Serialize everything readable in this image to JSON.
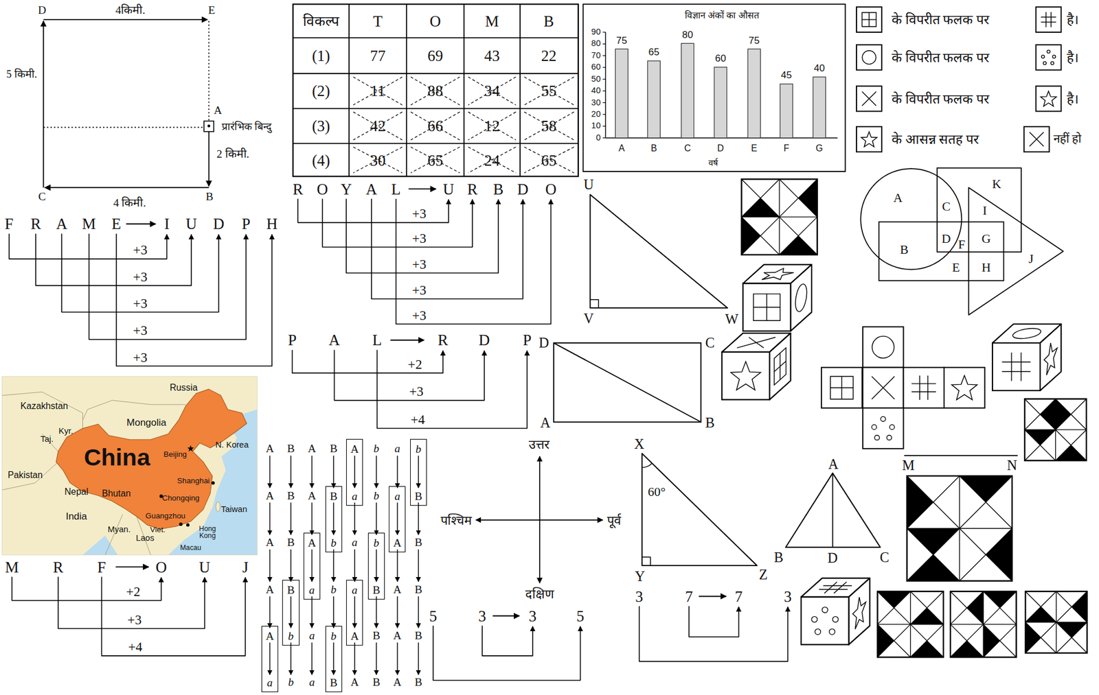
{
  "diagram": {
    "nodes": [
      {
        "text": [
          "A",
          "a"
        ]
      },
      {
        "text": [
          "b",
          "B"
        ]
      },
      {
        "text": [
          "B",
          "b"
        ]
      },
      {
        "text": [
          "a",
          "A"
        ]
      },
      {
        "text": [
          "A",
          "a"
        ]
      },
      {
        "text": [
          "b",
          "B"
        ]
      },
      {
        "text": [
          "B",
          "b"
        ]
      },
      {
        "text": [
          "a",
          "A"
        ]
      },
      {
        "text": [
          "A",
          "a"
        ]
      },
      {
        "text": [
          "b",
          "B"
        ]
      }
    ],
    "labels": [
      "D",
      "4किमी.",
      "E",
      "5 किमी.",
      "A",
      "प्रारंभिक बिन्दु",
      "2 किमी.",
      "C",
      "B",
      "4 किमी.",
      "F",
      "R",
      "A",
      "M",
      "E",
      "I",
      "U",
      "D",
      "P",
      "H",
      "+3",
      "+3",
      "+3",
      "+3",
      "+3",
      "R",
      "O",
      "Y",
      "A",
      "L",
      "U",
      "R",
      "B",
      "D",
      "O",
      "+3",
      "+3",
      "+3",
      "+3",
      "+3",
      "P",
      "A",
      "L",
      "R",
      "D",
      "P",
      "+2",
      "+3",
      "+4",
      "M",
      "R",
      "F",
      "O",
      "U",
      "J",
      "+2",
      "+3",
      "+4",
      "5",
      "3",
      "3",
      "5",
      "3",
      "7",
      "7",
      "3",
      "विकल्प",
      "T",
      "O",
      "M",
      "B",
      "(1)",
      "77",
      "69",
      "43",
      "22",
      "(2)",
      "11",
      "88",
      "34",
      "55",
      "(3)",
      "42",
      "66",
      "12",
      "58",
      "(4)",
      "30",
      "65",
      "24",
      "65",
      "विज्ञान अंकों का औसत",
      "90",
      "80",
      "70",
      "60",
      "50",
      "40",
      "30",
      "20",
      "10",
      "0",
      "75",
      "65",
      "80",
      "60",
      "75",
      "45",
      "40",
      "A",
      "B",
      "C",
      "D",
      "E",
      "F",
      "G",
      "वर्ष",
      "के विपरीत फलक पर",
      "है।",
      "के विपरीत फलक पर",
      "है।",
      "के विपरीत फलक पर",
      "है।",
      "के आसन्न सतह पर",
      "नहीं हो",
      "U",
      "V",
      "W",
      "D",
      "C",
      "A",
      "B",
      "X",
      "60°",
      "Y",
      "Z",
      "A",
      "B",
      "D",
      "C",
      "उत्तर",
      "पश्चिम",
      "पूर्व",
      "दक्षिण",
      "A",
      "K",
      "C",
      "I",
      "B",
      "D",
      "F",
      "G",
      "E",
      "H",
      "J",
      "M",
      "N",
      "Russia",
      "Kazakhstan",
      "Mongolia",
      "Kyr.",
      "Taj.",
      "N. Korea",
      "China",
      "Beijing",
      "Pakistan",
      "Shanghai",
      "Nepal",
      "Bhutan",
      "Chongqing",
      "Taiwan",
      "India",
      "Guangzhou",
      "Myan.",
      "Viet.",
      "Hong Kong",
      "Laos",
      "Macau",
      "A",
      "B",
      "A",
      "B",
      "b",
      "a",
      "A",
      "B",
      "A",
      "b",
      "A",
      "B",
      "a",
      "B",
      "A",
      "b",
      "A",
      "B",
      "a",
      "B",
      "A",
      "B",
      "b",
      "a",
      "A",
      "B",
      "A",
      "B"
    ]
  }
}
